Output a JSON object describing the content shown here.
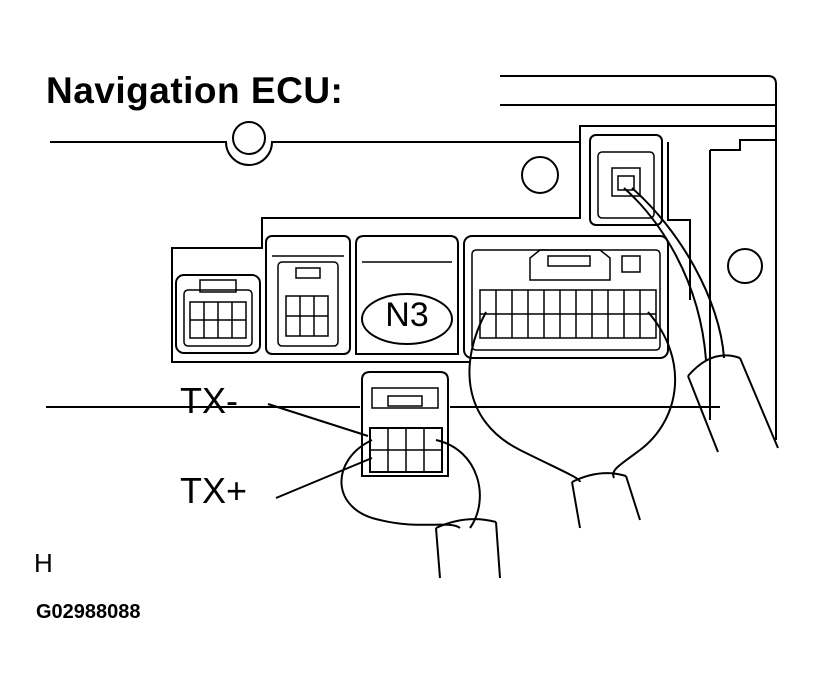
{
  "diagram": {
    "title": "Navigation ECU:",
    "connector_label": "N3",
    "pin_labels": {
      "tx_minus": "TX-",
      "tx_plus": "TX+"
    },
    "view_label": "H",
    "figure_id": "G02988088"
  }
}
